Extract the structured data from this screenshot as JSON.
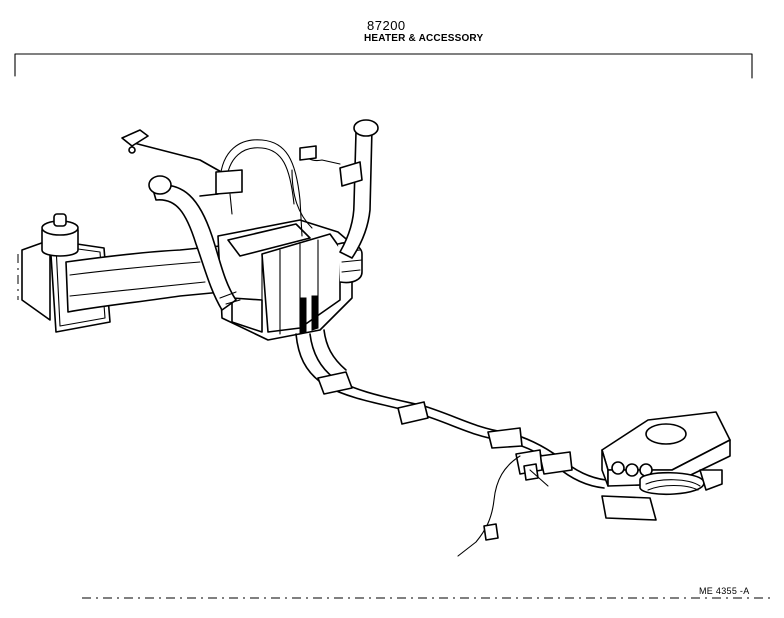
{
  "header": {
    "part_number": "87200",
    "group_title": "HEATER & ACCESSORY"
  },
  "footer": {
    "ref_code": "ME 4355 -A"
  },
  "colors": {
    "ink": "#000000",
    "paper": "#ffffff"
  }
}
